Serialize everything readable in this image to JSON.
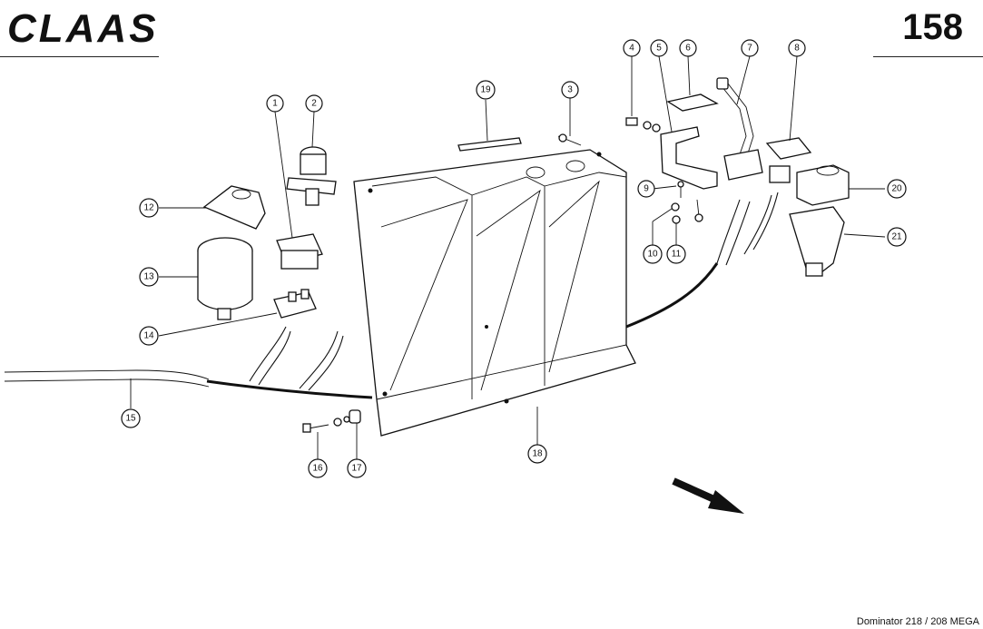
{
  "header": {
    "brand": "CLAAS",
    "page_number": "158"
  },
  "footer": {
    "model": "Dominator 218 / 208 MEGA"
  },
  "callouts": [
    "1",
    "2",
    "3",
    "4",
    "5",
    "6",
    "7",
    "8",
    "9",
    "10",
    "11",
    "12",
    "13",
    "14",
    "15",
    "16",
    "17",
    "18",
    "19",
    "20",
    "21"
  ],
  "icons": {
    "direction_arrow": "arrow-down-right-icon"
  }
}
